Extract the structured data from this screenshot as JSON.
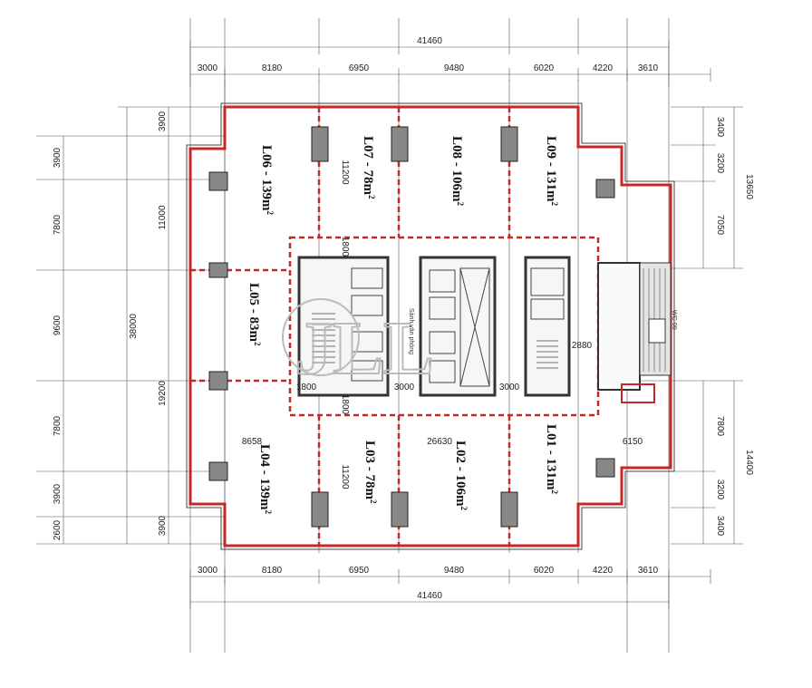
{
  "plan": {
    "top_overall": "41460",
    "bottom_overall": "41460",
    "top_segments": [
      "3000",
      "8180",
      "6950",
      "9480",
      "6020",
      "4220",
      "3610"
    ],
    "bottom_segments": [
      "3000",
      "8180",
      "6950",
      "9480",
      "6020",
      "4220",
      "3610"
    ],
    "left_outer": [
      "3900",
      "7800",
      "9600",
      "7800",
      "3900",
      "2600"
    ],
    "left_mid": [
      "3900",
      "11000",
      "38000",
      "19200",
      "3900"
    ],
    "right_inner": [
      "3400",
      "3200",
      "7050",
      "7800",
      "3200",
      "3400"
    ],
    "right_outer": [
      "13650",
      "14400"
    ],
    "core_widths": {
      "left": "8658",
      "mid": "26630",
      "right": "6150"
    },
    "inner_dims": [
      "11200",
      "1800",
      "1800",
      "3000",
      "3000",
      "2880",
      "11200",
      "1800"
    ],
    "wc_label": "WC-09",
    "lobby_label": "Sảnh văn phòng",
    "watermark": "JLL",
    "units": [
      {
        "code": "L06 - 139m",
        "sup": "2"
      },
      {
        "code": "L07 - 78m",
        "sup": "2"
      },
      {
        "code": "L08 - 106m",
        "sup": "2"
      },
      {
        "code": "L09 - 131m",
        "sup": "2"
      },
      {
        "code": "L05 - 83m",
        "sup": "2"
      },
      {
        "code": "L04 - 139m",
        "sup": "2"
      },
      {
        "code": "L03 - 78m",
        "sup": "2"
      },
      {
        "code": "L02 - 106m",
        "sup": "2"
      },
      {
        "code": "L01 - 131m",
        "sup": "2"
      }
    ],
    "colors": {
      "red": "#c62828",
      "line": "#333333",
      "core": "#555555"
    }
  }
}
